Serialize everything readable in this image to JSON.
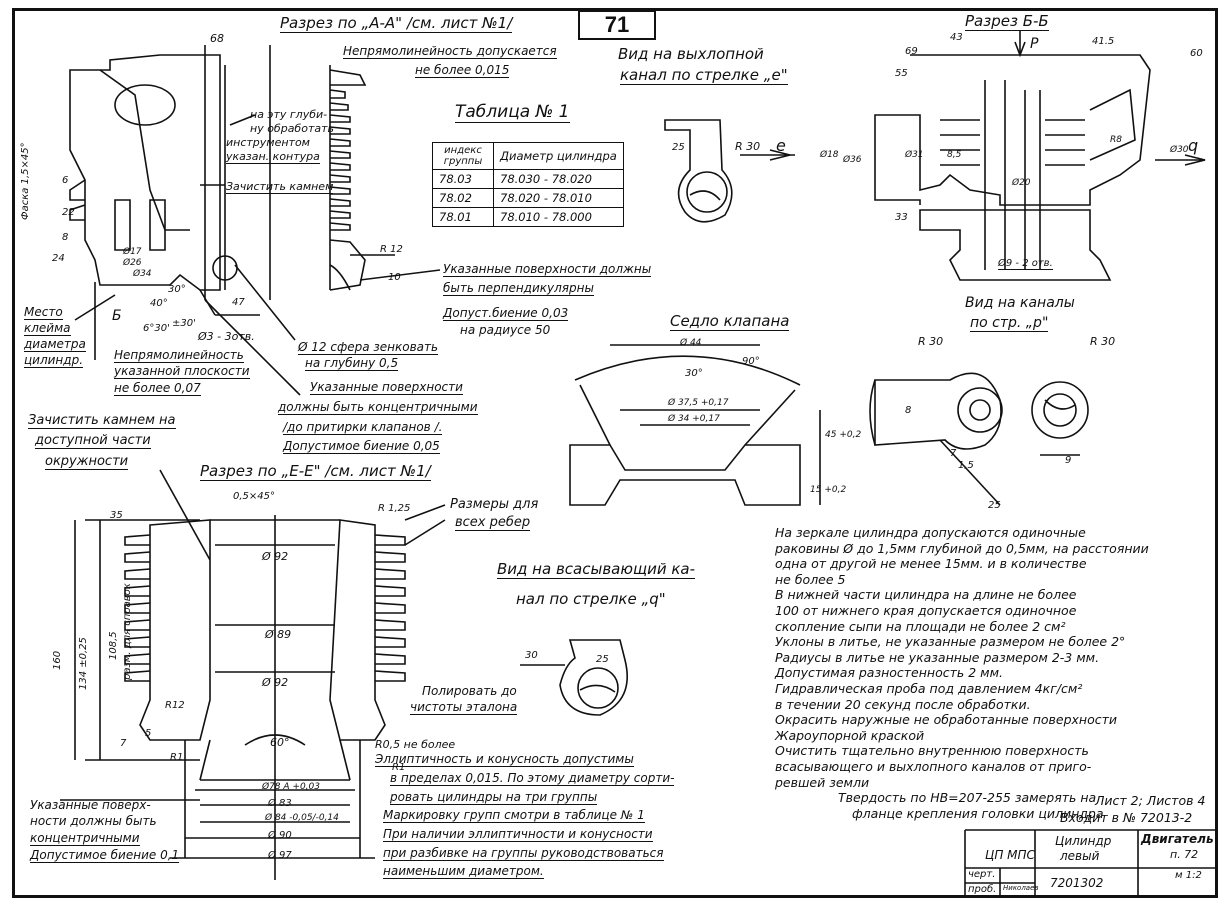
{
  "page_number": "71",
  "section_aa": {
    "title": "Разрез по „А-А\" /см. лист №1/",
    "dim_68": "68",
    "straightness": [
      "Непрямолинейность допускается",
      "не более 0,015"
    ],
    "note_tool": [
      "на эту глуби-",
      "ну обработать",
      "инструментом",
      "указан. контура"
    ],
    "clean_stone": "Зачистить камнем",
    "r12": "R 12",
    "dim_10": "10",
    "perp_note": [
      "Указанные поверхности должны",
      "быть перпендикулярны"
    ],
    "runout_note": [
      "Допуст.биение 0,03",
      "на радиусе 50"
    ],
    "chamfer": "Фаска 1,5×45°",
    "dims_left": [
      "6",
      "22",
      "8",
      "24"
    ],
    "dims_small": [
      "Ø17",
      "Ø26",
      "Ø34"
    ],
    "angles": [
      "40°",
      "30°",
      "6°30'",
      "±30'"
    ],
    "holes": "Ø3 - 3отв.",
    "dim_47": "47",
    "sphere_note": [
      "Ø 12 сфера зенковать",
      "на глубину 0,5"
    ],
    "place_mark": [
      "Место",
      "клейма",
      "диаметра",
      "цилиндр."
    ],
    "flatness": [
      "Непрямолинейность",
      "указанной плоскости",
      "не более 0,07"
    ],
    "b_mark": "Б",
    "concentric_note": [
      "Указанные поверхности",
      "должны быть концентричными",
      "/до притирки клапанов /.",
      "Допустимое биение 0,05"
    ],
    "clean_stone_acc": [
      "Зачистить камнем на",
      "доступной части",
      "окружности"
    ]
  },
  "exhaust_view": {
    "title": [
      "Вид на выхлопной",
      "канал по стрелке „е\""
    ],
    "r30": "R 30",
    "arrow": "е",
    "dim_25": "25"
  },
  "table1": {
    "title": "Таблица № 1",
    "headers": [
      "индекс группы",
      "Диаметр цилиндра"
    ],
    "rows": [
      [
        "78.03",
        "78.030 - 78.020"
      ],
      [
        "78.02",
        "78.020 - 78.010"
      ],
      [
        "78.01",
        "78.010 - 78.000"
      ]
    ]
  },
  "section_bb": {
    "title": "Разрез Б-Б",
    "dims": [
      "69",
      "43",
      "41.5",
      "55",
      "60",
      "33",
      "Ø36",
      "Ø30",
      "R8",
      "8,5",
      "Ø31",
      "Ø18",
      "Ø20"
    ],
    "p_mark": "Р",
    "q_mark": "q",
    "holes": "Ø9 - 2 отв."
  },
  "channels_view": {
    "title": [
      "Вид на каналы",
      "по стр. „р\""
    ],
    "r30_left": "R 30",
    "r30_right": "R 30",
    "dims": [
      "8",
      "7",
      "1,5",
      "9",
      "25"
    ]
  },
  "valve_seat": {
    "title": "Седло клапана",
    "dims": [
      "Ø 44",
      "90°",
      "30°",
      "Ø 37,5 +0,17",
      "Ø 34 +0,17",
      "45 +0,2",
      "15 +0,2"
    ]
  },
  "section_ee": {
    "title": "Разрез по „Е-Е\" /см. лист №1/",
    "chamfer": "0,5×45°",
    "r125": "R 1,25",
    "rib_note": [
      "Размеры для",
      "всех ребер"
    ],
    "d92_top": "Ø 92",
    "d89": "Ø 89",
    "d92_bot": "Ø 92",
    "angle60": "60°",
    "dims_left": [
      "35",
      "160",
      "134 ±0,25",
      "108,5",
      "разм. для справок",
      "R12",
      "5",
      "7",
      "R1"
    ],
    "polish": [
      "Полировать до",
      "чистоты эталона"
    ],
    "r05": "R0,5 не более",
    "ellipse_note": [
      "Эллиптичность и конусность допустимы",
      "в пределах 0,015. По этому диаметру сорти-",
      "ровать цилиндры на три группы"
    ],
    "marking_note": "Маркировку групп смотри в таблице № 1",
    "ellipse_note2": [
      "При наличии эллиптичности и конусности",
      "при разбивке на группы руководствоваться",
      "наименьшим диаметром."
    ],
    "diameters": [
      "Ø78 A +0,03",
      "Ø 83",
      "Ø 84 -0,05/-0,14",
      "Ø 90",
      "Ø 97"
    ],
    "concentric_note": [
      "Указанные поверх-",
      "ности должны быть",
      "концентричными",
      "Допустимое биение 0,1"
    ],
    "r1_right": "R1"
  },
  "intake_view": {
    "title": [
      "Вид на всасывающий ка-",
      "нал по стрелке „q\""
    ],
    "dim_30": "30",
    "dim_25": "25"
  },
  "notes": [
    "На зеркале цилиндра допускаются одиночные",
    "раковины Ø до 1,5мм глубиной до 0,5мм, на расстоянии",
    "одна от другой не менее 15мм. и в количестве",
    "не более 5",
    "В нижней части цилиндра на длине не более",
    "100 от нижнего края допускается одиночное",
    "скопление сыпи на площади не более 2 см²",
    "Уклоны в литье, не указанные размером не более 2°",
    "Радиусы в литье не указанные размером 2-3 мм.",
    "Допустимая разностенность 2 мм.",
    "Гидравлическая проба под давлением 4кг/см²",
    "в течении 20 секунд после обработки.",
    "Окрасить наружные не обработанные поверхности",
    "Жароупорной краской",
    "Очистить тщательно внутреннюю поверхность",
    "всасывающего и выхлопного каналов от приго-",
    "ревшей земли"
  ],
  "hardness": [
    "Твердость по НВ=207-255 замерять на",
    "фланце крепления головки цилиндра"
  ],
  "sheet_info": [
    "Лист 2; Листов 4",
    "Входит в № 72013-2"
  ],
  "title_block": {
    "org": "ЦП МПС",
    "part": [
      "Цилиндр",
      "левый"
    ],
    "engine": [
      "Двигатель",
      "п. 72"
    ],
    "draw_label": "черт.",
    "check_label": "проб.",
    "check_name": "Николаев",
    "number": "7201302",
    "scale": "м 1:2"
  }
}
